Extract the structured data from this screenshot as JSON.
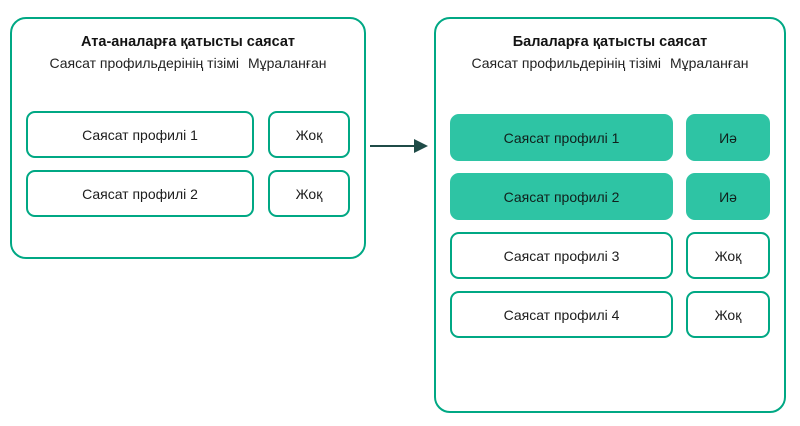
{
  "diagram": {
    "accent_color": "#00a884",
    "fill_color": "#2ec4a4",
    "arrow_color": "#1f4b47",
    "arrow_icon": "right-arrow-icon"
  },
  "left_panel": {
    "title": "Ата-аналарға қатысты саясат",
    "column_list_label": "Саясат профильдерінің тізімі",
    "column_inherited_label": "Мұраланған",
    "rows": [
      {
        "name": "Саясат профилі 1",
        "inherited": "Жоқ",
        "highlighted": false
      },
      {
        "name": "Саясат профилі 2",
        "inherited": "Жоқ",
        "highlighted": false
      }
    ]
  },
  "right_panel": {
    "title": "Балаларға қатысты саясат",
    "column_list_label": "Саясат профильдерінің тізімі",
    "column_inherited_label": "Мұраланған",
    "rows": [
      {
        "name": "Саясат профилі 1",
        "inherited": "Иә",
        "highlighted": true
      },
      {
        "name": "Саясат профилі 2",
        "inherited": "Иә",
        "highlighted": true
      },
      {
        "name": "Саясат профилі 3",
        "inherited": "Жоқ",
        "highlighted": false
      },
      {
        "name": "Саясат профилі 4",
        "inherited": "Жоқ",
        "highlighted": false
      }
    ]
  }
}
